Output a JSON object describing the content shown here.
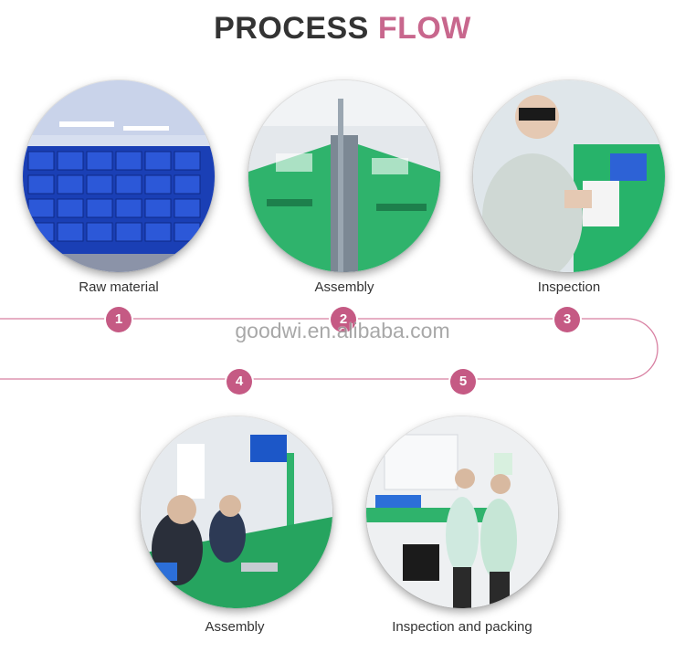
{
  "header": {
    "title_part1": "PROCESS",
    "title_part2": "FLOW"
  },
  "steps": [
    {
      "number": "1",
      "label": "Raw material"
    },
    {
      "number": "2",
      "label": "Assembly"
    },
    {
      "number": "3",
      "label": "Inspection"
    },
    {
      "number": "4",
      "label": "Assembly"
    },
    {
      "number": "5",
      "label": "Inspection and packing"
    }
  ],
  "watermark": "goodwi.en.alibaba.com",
  "colors": {
    "accent": "#c8678d",
    "badge": "#c55a84",
    "line": "#d87fa1",
    "title": "#333333"
  }
}
